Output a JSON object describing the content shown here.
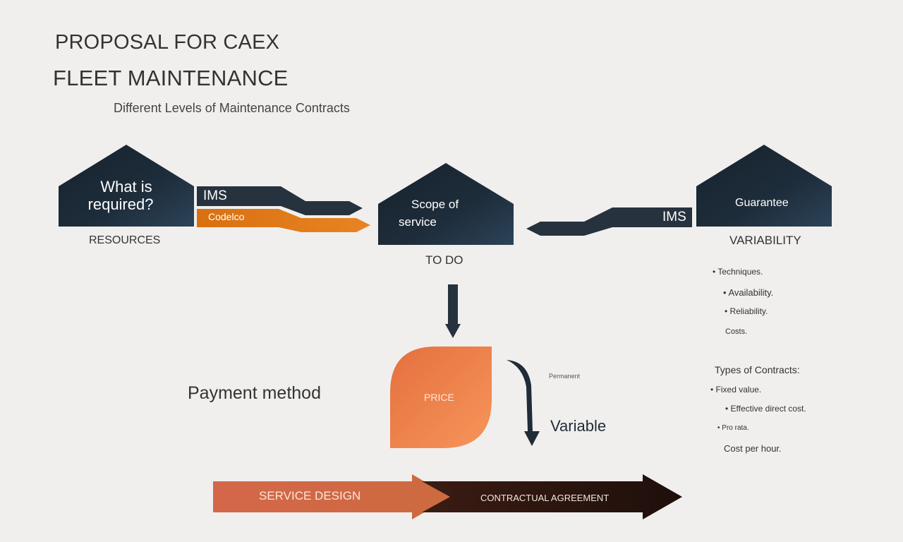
{
  "title": {
    "line1": "PROPOSAL FOR CAEX",
    "line2": "FLEET MAINTENANCE",
    "subtitle": "Different Levels of Maintenance Contracts"
  },
  "houses": {
    "left": {
      "text_line1": "What is",
      "text_line2": "required?",
      "caption": "RESOURCES"
    },
    "center": {
      "text_line1": "Scope of",
      "text_line2": "service",
      "caption": "TO DO"
    },
    "right": {
      "text": "Guarantee",
      "caption": "VARIABILITY"
    }
  },
  "arrows": {
    "left_dark_label": "IMS",
    "left_orange_label": "Codelco",
    "right_dark_label": "IMS"
  },
  "variability_items": [
    "Techniques.",
    "Availability.",
    "Reliability.",
    "Costs."
  ],
  "contracts": {
    "heading": "Types of Contracts:",
    "items": [
      "Fixed value.",
      "Effective direct cost.",
      "Pro rata.",
      "Cost per hour."
    ]
  },
  "payment": {
    "label": "Payment method",
    "price": "PRICE",
    "permanent": "Permanent",
    "variable": "Variable"
  },
  "process": {
    "step1": "SERVICE DESIGN",
    "step2": "CONTRACTUAL AGREEMENT"
  },
  "colors": {
    "dark_navy": "#1d2b38",
    "orange": "#e0761a",
    "price_orange": "#f0844f",
    "service_design": "#d46a45",
    "contract_dark": "#2a1510"
  }
}
